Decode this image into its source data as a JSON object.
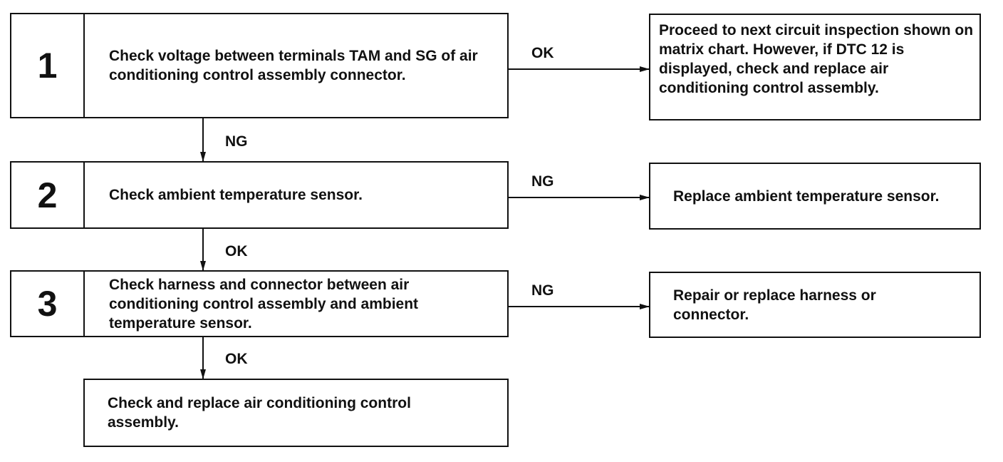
{
  "steps": [
    {
      "num": "1",
      "text": "Check voltage between terminals TAM and SG of air conditioning control assembly connector."
    },
    {
      "num": "2",
      "text": "Check ambient temperature sensor."
    },
    {
      "num": "3",
      "text": "Check harness and connector between air conditioning control assembly and ambient temperature sensor."
    }
  ],
  "results": [
    {
      "text": "Proceed to next circuit inspection shown on matrix chart. However, if DTC 12 is displayed, check and replace air conditioning control assembly."
    },
    {
      "text": "Replace ambient temperature sensor."
    },
    {
      "text": "Repair or replace harness or connector."
    }
  ],
  "final": {
    "text": "Check and replace air conditioning control assembly."
  },
  "edge_labels": {
    "step1_right": "OK",
    "step1_down": "NG",
    "step2_right": "NG",
    "step2_down": "OK",
    "step3_right": "NG",
    "step3_down": "OK"
  }
}
